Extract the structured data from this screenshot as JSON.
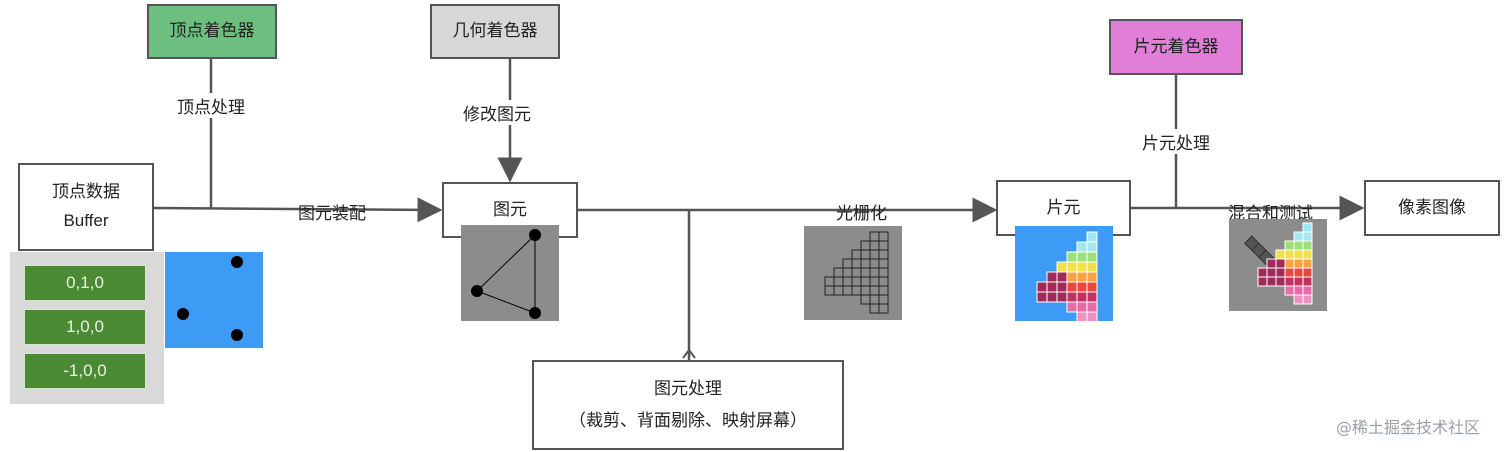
{
  "shaders": {
    "vertex": "顶点着色器",
    "geometry": "几何着色器",
    "fragment": "片元着色器"
  },
  "nodes": {
    "vertex_data_line1": "顶点数据",
    "vertex_data_line2": "Buffer",
    "primitive": "图元",
    "fragment": "片元",
    "pixel_image": "像素图像",
    "primitive_processing": "图元处理",
    "primitive_processing_detail": "（裁剪、背面剔除、映射屏幕）"
  },
  "edge_labels": {
    "vertex_processing": "顶点处理",
    "modify_primitive": "修改图元",
    "fragment_processing": "片元处理",
    "primitive_assembly": "图元装配",
    "rasterization": "光栅化",
    "blend_test": "混合和测试"
  },
  "vertex_buffer": [
    "0,1,0",
    "1,0,0",
    "-1,0,0"
  ],
  "colors": {
    "vertex_shader": "#6dbf80",
    "geometry_shader": "#d8d8d8",
    "fragment_shader": "#e07ed8",
    "blue_panel": "#3d9bf5",
    "gray_panel": "#8c8c8c",
    "buffer_green": "#4a8a32",
    "edge": "#555555"
  },
  "watermark": "@稀土掘金技术社区"
}
